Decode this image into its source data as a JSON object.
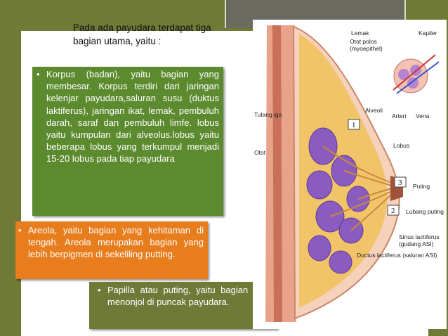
{
  "intro": {
    "line1": "Pada ada payudara terdapat tiga",
    "line2": "bagian utama, yaitu :"
  },
  "korpus": {
    "bullet": "•",
    "text": "Korpus (badan), yaitu bagian yang membesar. Korpus terdiri dari jaringan kelenjar payudara,saluran susu (duktus laktiferus), jaringan ikat, lemak, pembuluh darah, saraf dan pembuluh limfe. lobus yaitu kumpulan dari alveolus.lobus yaitu beberapa lobus yang terkumpul menjadi 15-20 lobus pada tiap payudara"
  },
  "areola": {
    "bullet": "•",
    "text": "Areola, yaitu bagian yang kehitaman di tengah. Areola merupakan bagian yang lebih berpigmen di sekeliling putting."
  },
  "papilla": {
    "bullet": "•",
    "text": "Papilla atau puting, yaitu bagian yang menonjol di puncak payudara."
  },
  "diagram": {
    "labels": {
      "lemak": "Lemak",
      "otot_polos": "Otot polos",
      "myoepithel": "(myoepithel)",
      "kapiler": "Kapiler",
      "alveoli": "Alveoli",
      "arteri": "Arteri",
      "vena": "Vena",
      "tulang_iga": "Tulang iga",
      "otot": "Otot",
      "lobus": "Lobus",
      "puting": "Puting",
      "lubang_puting": "Lubang puting",
      "sinus_lactiferus": "Sinus lactiferus",
      "gudang_asi": "(gudang ASI)",
      "ductus": "Ductus lactiferus (saluran ASI)"
    },
    "numbers": {
      "n1": "1",
      "n2": "2",
      "n3": "3"
    },
    "colors": {
      "lobule": "#8a5cc0",
      "fat": "#f2c46a",
      "muscle": "#d9826b",
      "skin": "#f3c2a8"
    }
  }
}
